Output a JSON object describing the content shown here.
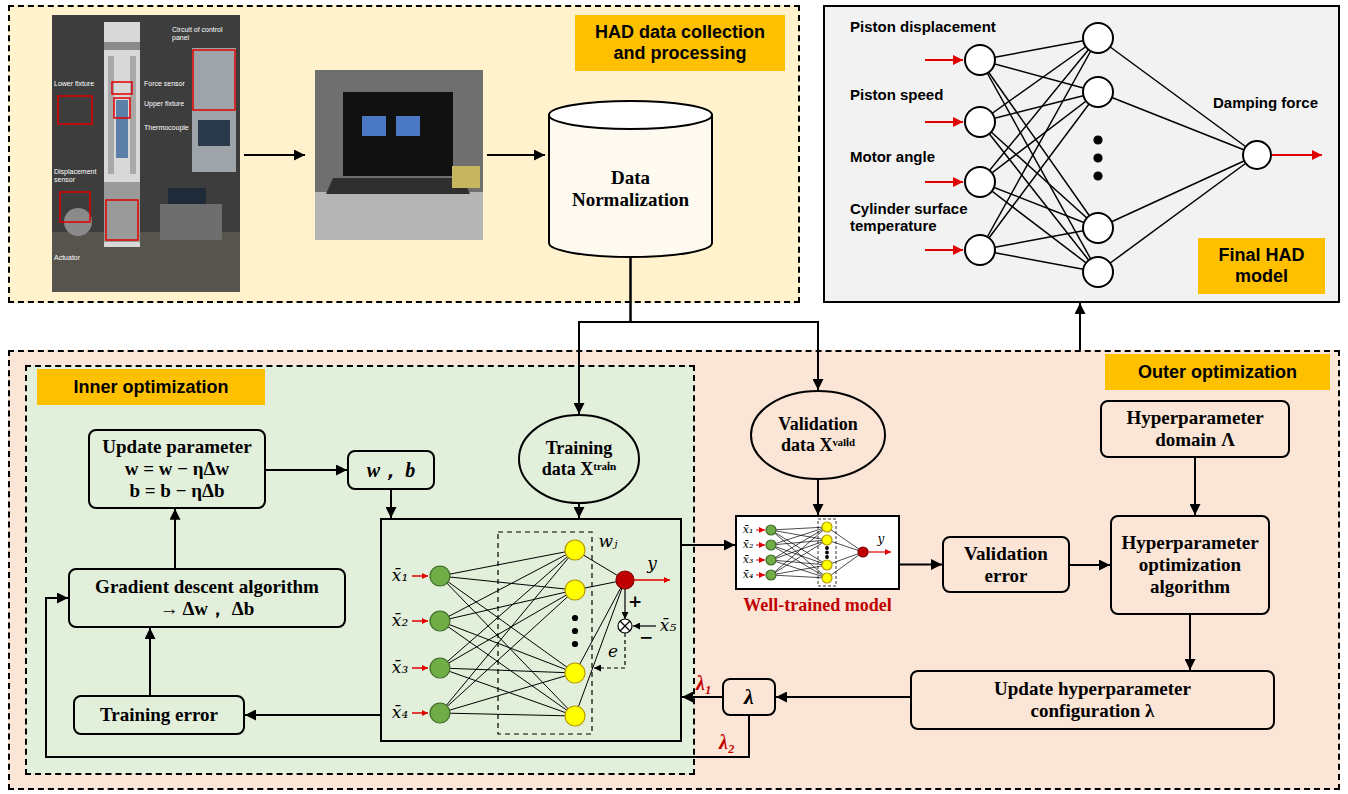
{
  "diagram": {
    "nodes": [
      {
        "text": [
          "HAD data collection and processing"
        ]
      },
      {
        "text": [
          "Data Normalization"
        ],
        "in": 0
      },
      {
        "text": [
          "Final HAD model"
        ]
      },
      {
        "text": [
          "Outer optimization"
        ]
      },
      {
        "text": [
          "Inner optimization"
        ],
        "in": 3
      },
      {
        "text": [
          "Update parameter",
          "w = w − ηΔw",
          "b = b − ηΔb"
        ],
        "in": 4
      },
      {
        "text": [
          "w， b"
        ],
        "in": 4
      },
      {
        "text": [
          "Training data Xᵗʳᵃⁱⁿ"
        ],
        "in": 4
      },
      {
        "text": [
          "Gradient descent algorithm",
          "→ Δw， Δb"
        ],
        "in": 4
      },
      {
        "text": [
          "x̄₁",
          "x̄₂",
          "x̄₃",
          "x̄₄",
          "wⱼ",
          "y",
          "+",
          "−",
          "x̄₅",
          "e"
        ],
        "in": 4
      },
      {
        "text": [
          "Training error"
        ],
        "in": 4
      },
      {
        "text": [
          "Validation data Xᵛᵃˡⁱᵈ"
        ],
        "in": 3
      },
      {
        "text": [
          "x̄₁",
          "x̄₂",
          "x̄₃",
          "x̄₄",
          "y",
          "Well-trained model"
        ],
        "in": 3
      },
      {
        "text": [
          "Hyperparameter domain Λ"
        ],
        "in": 3
      },
      {
        "text": [
          "Validation error"
        ],
        "in": 3
      },
      {
        "text": [
          "Hyperparameter optimization algorithm"
        ],
        "in": 3
      },
      {
        "text": [
          "Update hyperparameter configuration λ"
        ],
        "in": 3
      },
      {
        "text": [
          "λ"
        ],
        "in": 3
      }
    ],
    "edges": [
      {
        "from": 1,
        "to": 7,
        "arrow": "to"
      },
      {
        "from": 1,
        "to": 11,
        "arrow": "to"
      },
      {
        "from": 3,
        "to": 2,
        "arrow": "to"
      },
      {
        "from": 5,
        "to": 6,
        "arrow": "to"
      },
      {
        "from": 6,
        "to": 9,
        "arrow": "to"
      },
      {
        "from": 7,
        "to": 9,
        "arrow": "to"
      },
      {
        "from": 8,
        "to": 5,
        "arrow": "to"
      },
      {
        "from": 9,
        "to": 10,
        "arrow": "to"
      },
      {
        "from": 10,
        "to": 8,
        "arrow": "to"
      },
      {
        "from": 9,
        "to": 12,
        "arrow": "to"
      },
      {
        "from": 11,
        "to": 12,
        "arrow": "to"
      },
      {
        "from": 12,
        "to": 14,
        "arrow": "to"
      },
      {
        "from": 14,
        "to": 15,
        "arrow": "to"
      },
      {
        "from": 13,
        "to": 15,
        "arrow": "to"
      },
      {
        "from": 15,
        "to": 16,
        "arrow": "to"
      },
      {
        "from": 16,
        "to": 17,
        "arrow": "to"
      },
      {
        "from": 17,
        "to": 9,
        "arrow": "to",
        "label": "λ₁"
      },
      {
        "from": 17,
        "to": 8,
        "arrow": "to",
        "label": "λ₂"
      }
    ],
    "labels": [
      "Circuit of control panel",
      "Force sensor",
      "Upper fixture",
      "Thermocouple",
      "Lower fixture",
      "Displacement sensor",
      "Actuator",
      "Piston displacement",
      "Piston speed",
      "Motor angle",
      "Cylinder surface temperature",
      "Damping force"
    ]
  }
}
